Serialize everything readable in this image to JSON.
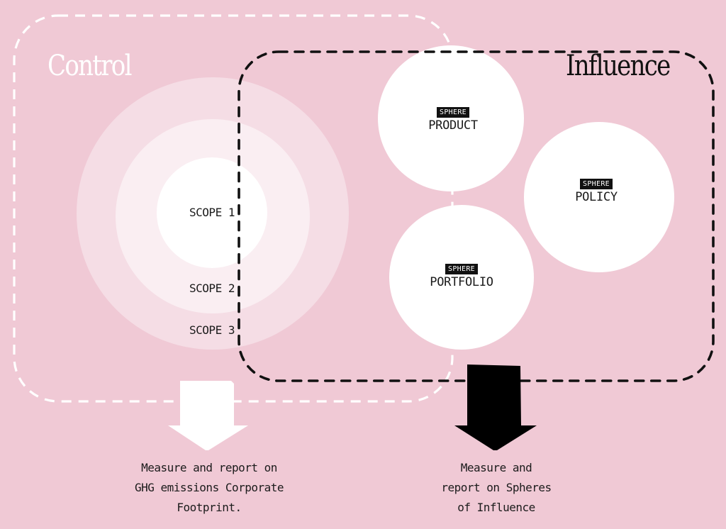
{
  "colors": {
    "background": "#f0c9d5",
    "ring_outer": "#f5dde5",
    "ring_middle": "#faeef2",
    "ring_inner": "#ffffff",
    "sphere_fill": "#ffffff",
    "control_outline": "#ffffff",
    "influence_outline": "#111111",
    "arrow_control": "#ffffff",
    "arrow_influence": "#000000",
    "text_dark": "#1b1b1b"
  },
  "control": {
    "title": "Control",
    "scopes": [
      {
        "label": "SCOPE 1"
      },
      {
        "label": "SCOPE 2"
      },
      {
        "label": "SCOPE 3"
      }
    ],
    "caption": [
      "Measure and report on",
      "GHG emissions Corporate",
      "Footprint."
    ]
  },
  "influence": {
    "title": "Influence",
    "spheres": [
      {
        "tag": "SPHERE",
        "name": "PRODUCT"
      },
      {
        "tag": "SPHERE",
        "name": "POLICY"
      },
      {
        "tag": "SPHERE",
        "name": "PORTFOLIO"
      }
    ],
    "caption": [
      "Measure and",
      "report on Spheres",
      "of Influence"
    ]
  }
}
